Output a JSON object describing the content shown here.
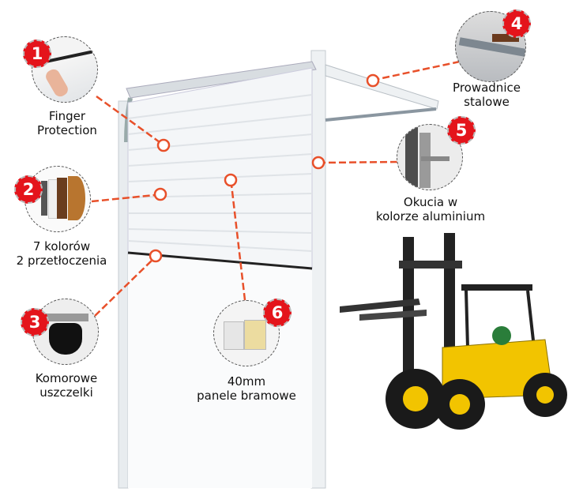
{
  "features": [
    {
      "number": "1",
      "line1": "Finger",
      "line2": "Protection"
    },
    {
      "number": "2",
      "line1": "7 kolorów",
      "line2": "2 przetłoczenia"
    },
    {
      "number": "3",
      "line1": "Komorowe",
      "line2": "uszczelki"
    },
    {
      "number": "4",
      "line1": "Prowadnice",
      "line2": "stalowe"
    },
    {
      "number": "5",
      "line1": "Okucia w",
      "line2": "kolorze aluminium"
    },
    {
      "number": "6",
      "line1": "40mm",
      "line2": "panele bramowe"
    }
  ],
  "colors": {
    "accent": "#e4141b",
    "connector": "#e8502a",
    "forklift": "#f2c400"
  }
}
